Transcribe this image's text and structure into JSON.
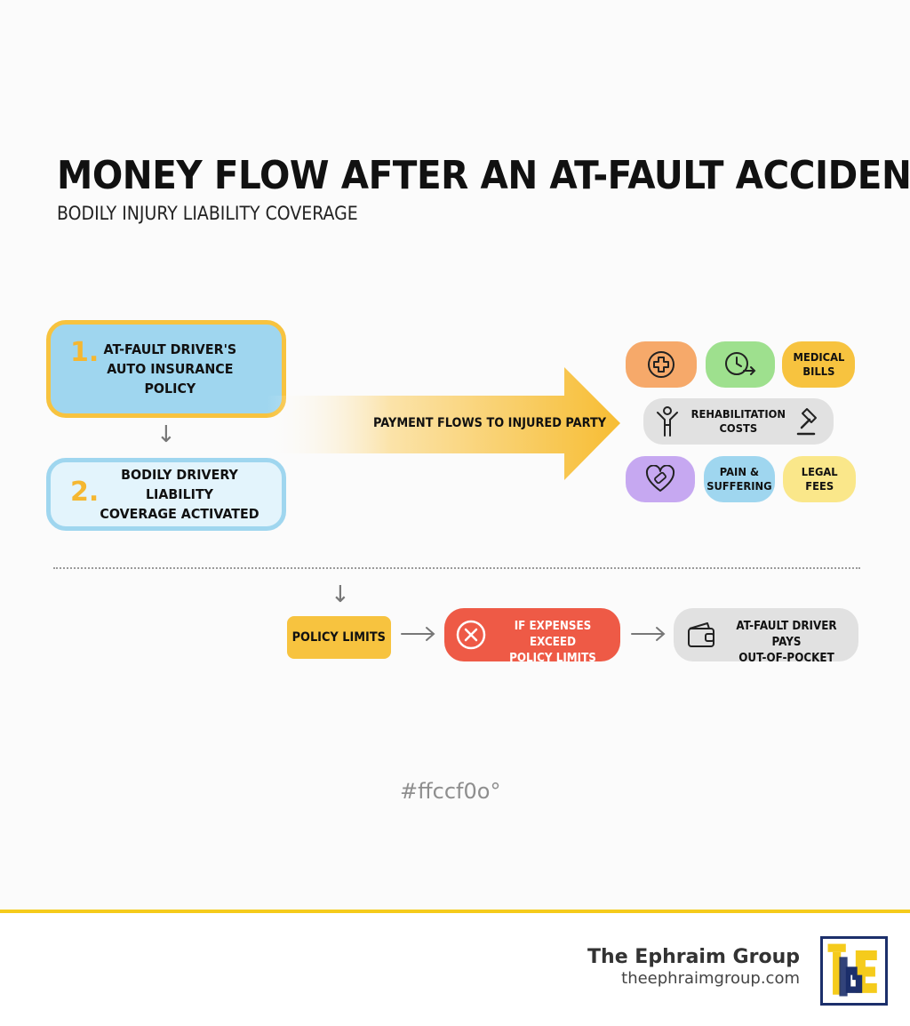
{
  "header": {
    "title": "MONEY FLOW AFTER AN AT-FAULT ACCIDENT",
    "subtitle": "BODILY INJURY LIABILITY COVERAGE"
  },
  "steps": [
    {
      "number": "1.",
      "label": "AT-FAULT DRIVER'S\nAUTO INSURANCE\nPOLICY"
    },
    {
      "number": "2.",
      "label": "BODILY DRIVERY LIABILITY\nCOVERAGE ACTIVATED"
    }
  ],
  "flow": {
    "label": "PAYMENT FLOWS TO INJURED PARTY"
  },
  "expenses": {
    "medical_bills": "MEDICAL\nBILLS",
    "rehabilitation": "REHABILITATION\nCOSTS",
    "pain_suffering": "PAIN &\nSUFFERING",
    "legal_fees": "LEGAL\nFEES",
    "icons": [
      "medical-cross-icon",
      "clock-arrow-icon",
      "person-rehab-icon",
      "gavel-icon",
      "heart-bandage-icon"
    ]
  },
  "limits": {
    "policy_limits": "POLICY LIMITS",
    "exceed": "IF EXPENSES EXCEED\nPOLICY LIMITS",
    "pays": "AT-FAULT DRIVER PAYS\nOUT-OF-POCKET"
  },
  "hex_label": "#ffccf0o°",
  "footer": {
    "brand": "The Ephraim Group",
    "url": "theephraimgroup.com"
  },
  "colors": {
    "yellow": "#f7c33f",
    "light_blue": "#9fd6ef",
    "red": "#ee5a46",
    "grey": "#e1e1e1",
    "orange": "#f6a96a",
    "green": "#9ee08e",
    "purple": "#c6a8f1",
    "pale_yellow": "#fae78a",
    "navy": "#1c2f6b"
  }
}
